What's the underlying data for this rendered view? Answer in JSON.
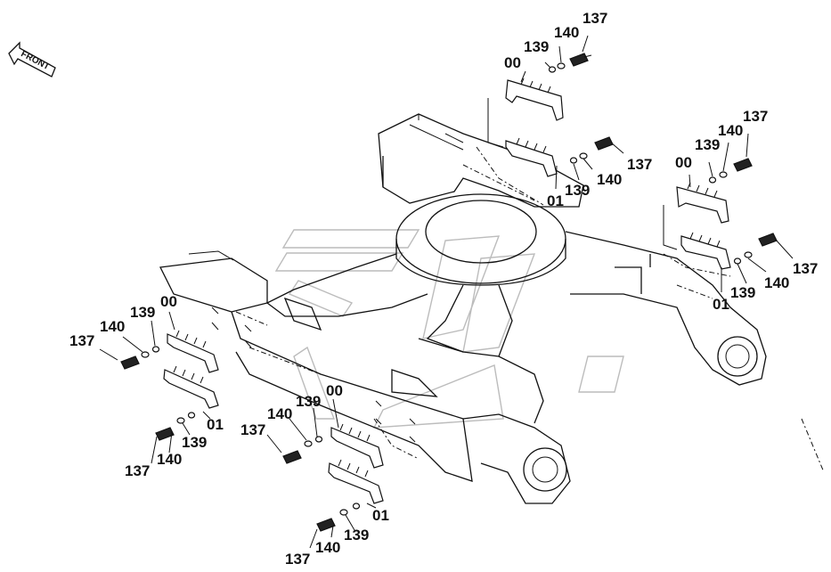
{
  "front_label": "FRONT",
  "labels": {
    "g1": {
      "p137": "137",
      "p140": "140",
      "p139": "139",
      "p00": "00"
    },
    "g2": {
      "p137": "137",
      "p139": "139",
      "p140": "140",
      "p01": "01"
    },
    "g3": {
      "p137": "137",
      "p140": "140",
      "p139": "139",
      "p00": "00"
    },
    "g4": {
      "p137": "137",
      "p140": "140",
      "p139": "139",
      "p01": "01"
    },
    "g5": {
      "p137": "137",
      "p140": "140",
      "p139": "139",
      "p00": "00"
    },
    "g6": {
      "p01": "01",
      "p139": "139",
      "p140": "140",
      "p137": "137"
    },
    "g7": {
      "p137": "137",
      "p140": "140",
      "p139": "139",
      "p00": "00"
    },
    "g8": {
      "p01": "01",
      "p139": "139",
      "p140": "140",
      "p137": "137"
    }
  }
}
